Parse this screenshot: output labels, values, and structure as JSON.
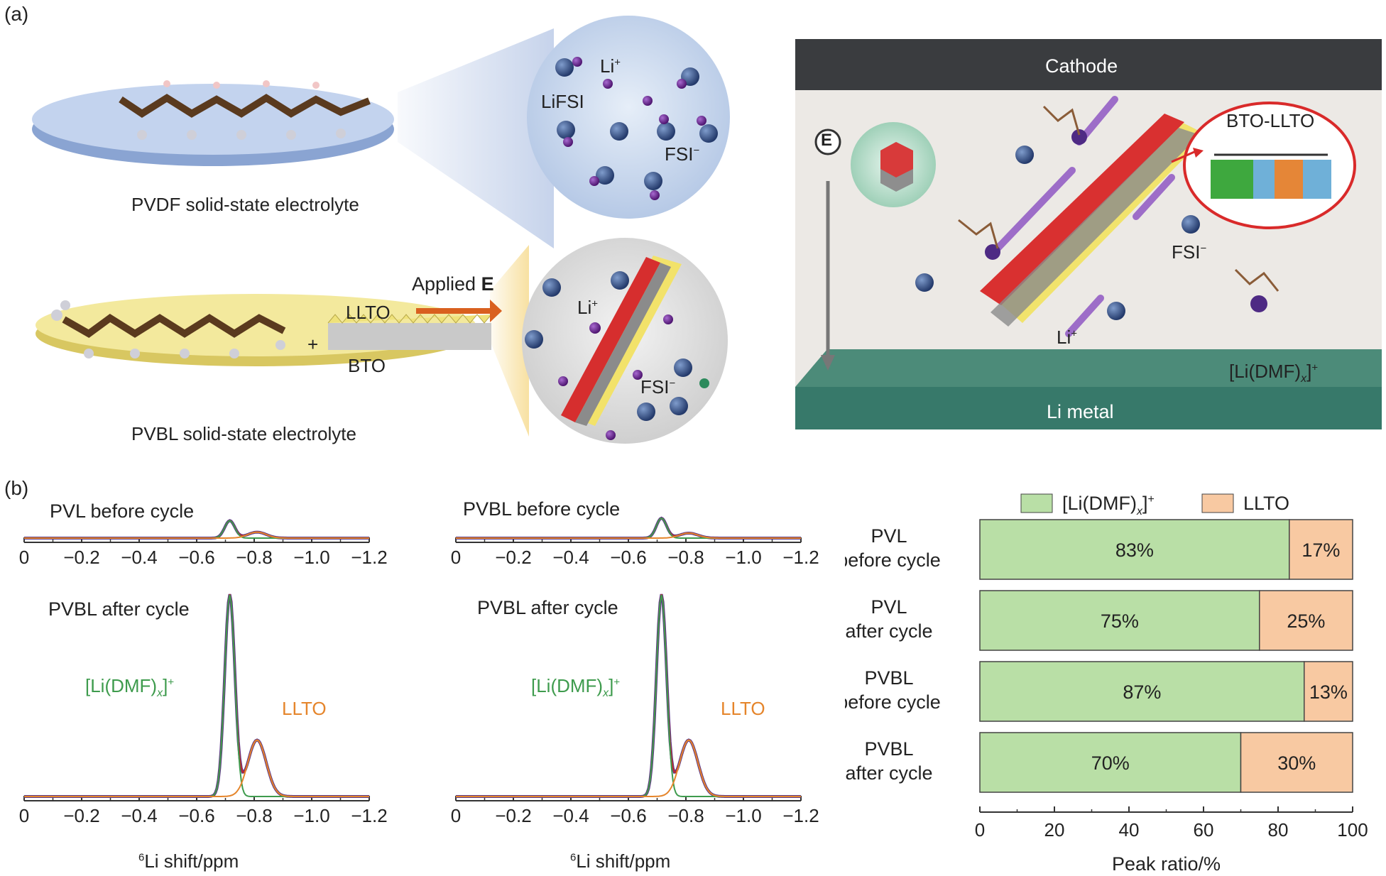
{
  "panel_a": {
    "label": "(a)",
    "pvdf": {
      "caption": "PVDF solid-state electrolyte",
      "bubble_labels": {
        "li": "Li",
        "li_sup": "+",
        "lifsi": "LiFSI",
        "fsi": "FSI",
        "fsi_sup": "−"
      }
    },
    "pvbl": {
      "caption": "PVBL solid-state electrolyte",
      "plus": "+",
      "llto": "LLTO",
      "bto": "BTO",
      "applied": "Applied",
      "applied_e": "E",
      "bubble_labels": {
        "li": "Li",
        "li_sup": "+",
        "fsi": "FSI",
        "fsi_sup": "−"
      }
    },
    "cell": {
      "cathode": "Cathode",
      "li_metal": "Li metal",
      "field": "E",
      "bto_llto": "BTO-LLTO",
      "fsi": "FSI",
      "fsi_sup": "−",
      "li": "Li",
      "li_sup": "+",
      "complex_pre": "[Li(DMF)",
      "complex_x": "x",
      "complex_post": "]",
      "complex_sup": "+"
    }
  },
  "panel_b": {
    "label": "(b)",
    "colors": {
      "green": "#3e9b4d",
      "orange": "#e5852b",
      "red": "#c0272d",
      "bar_green": "#b9dfa6",
      "bar_orange": "#f8c9a2"
    },
    "nmr": {
      "tick_labels": [
        "0",
        "−0.2",
        "−0.4",
        "−0.6",
        "−0.8",
        "−1.0",
        "−1.2"
      ],
      "xlabel_sup": "6",
      "xlabel": "Li shift/ppm",
      "peak_labels": {
        "dmf_pre": "[Li(DMF)",
        "dmf_x": "x",
        "dmf_post": "]",
        "dmf_sup": "+",
        "llto": "LLTO"
      },
      "plots": [
        {
          "title": "PVL before cycle"
        },
        {
          "title": "PVBL before cycle"
        },
        {
          "title": "PVBL after cycle"
        },
        {
          "title": "PVBL after cycle"
        }
      ]
    }
  },
  "chart_data": {
    "type": "bar",
    "orientation": "horizontal-stacked",
    "categories": [
      [
        "PVL",
        "before cycle"
      ],
      [
        "PVL",
        "after cycle"
      ],
      [
        "PVBL",
        "before cycle"
      ],
      [
        "PVBL",
        "after cycle"
      ]
    ],
    "series": [
      {
        "name": "[Li(DMF)x]+",
        "values": [
          83,
          75,
          87,
          70
        ],
        "labels": [
          "83%",
          "75%",
          "87%",
          "70%"
        ],
        "color": "#b9dfa6"
      },
      {
        "name": "LLTO",
        "values": [
          17,
          25,
          13,
          30
        ],
        "labels": [
          "17%",
          "25%",
          "13%",
          "30%"
        ],
        "color": "#f8c9a2"
      }
    ],
    "xlabel": "Peak ratio/%",
    "xticks": [
      "0",
      "20",
      "40",
      "60",
      "80",
      "100"
    ],
    "xlim": [
      0,
      100
    ],
    "legend": "top"
  }
}
